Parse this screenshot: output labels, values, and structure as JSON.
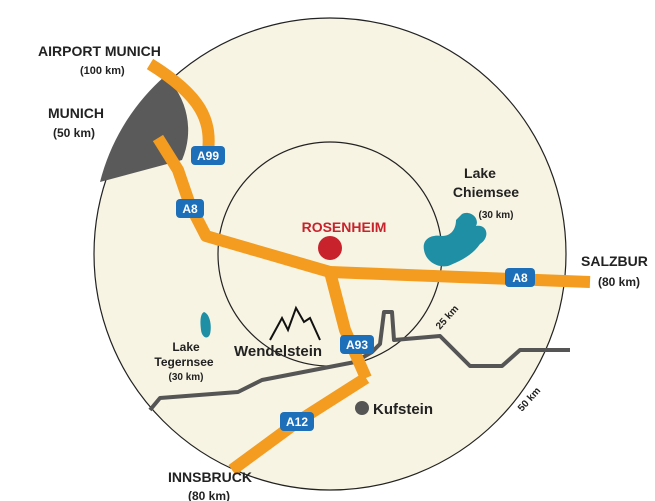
{
  "map": {
    "center_city": {
      "name": "ROSENHEIM"
    },
    "destinations": {
      "airport": {
        "name": "AIRPORT MUNICH",
        "distance": "(100 km)"
      },
      "munich": {
        "name": "MUNICH",
        "distance": "(50 km)"
      },
      "salzburg": {
        "name": "SALZBUR",
        "distance": "(80 km)"
      },
      "innsbruck": {
        "name": "INNSBRUCK",
        "distance": "(80 km)"
      }
    },
    "lakes": {
      "chiemsee": {
        "line1": "Lake",
        "line2": "Chiemsee",
        "distance": "(30 km)"
      },
      "tegernsee": {
        "line1": "Lake",
        "line2": "Tegernsee",
        "distance": "(30 km)"
      }
    },
    "places": {
      "wendelstein": "Wendelstein",
      "kufstein": "Kufstein"
    },
    "rings": {
      "inner": "25 km",
      "outer": "50 km"
    },
    "highways": {
      "a99": "A99",
      "a8_west": "A8",
      "a8_east": "A8",
      "a93": "A93",
      "a12": "A12"
    },
    "colors": {
      "area_fill": "#f7f4e3",
      "road": "#f39c1f",
      "highway_badge": "#1c6fb8",
      "city_dot": "#c8232c",
      "city_label": "#c8232c",
      "lake": "#1f8fa6",
      "border": "#555555",
      "munich_area": "#5a5a5a"
    }
  }
}
